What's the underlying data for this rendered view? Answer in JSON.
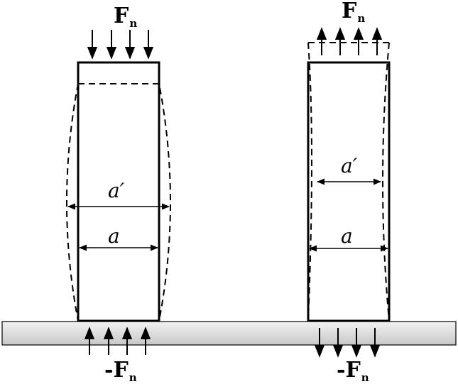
{
  "left": {
    "top_force": {
      "main": "F",
      "sub": "n"
    },
    "bottom_force": {
      "main": "-F",
      "sub": "n"
    },
    "dim_deformed": "a′",
    "dim_original": "a"
  },
  "right": {
    "top_force": {
      "main": "F",
      "sub": "n"
    },
    "bottom_force": {
      "main": "-F",
      "sub": "n"
    },
    "dim_deformed": "a′",
    "dim_original": "a"
  },
  "colors": {
    "stroke": "#000000",
    "ground_fill_top": "#f2f2f2",
    "ground_fill_bottom": "#c8c8c8"
  }
}
